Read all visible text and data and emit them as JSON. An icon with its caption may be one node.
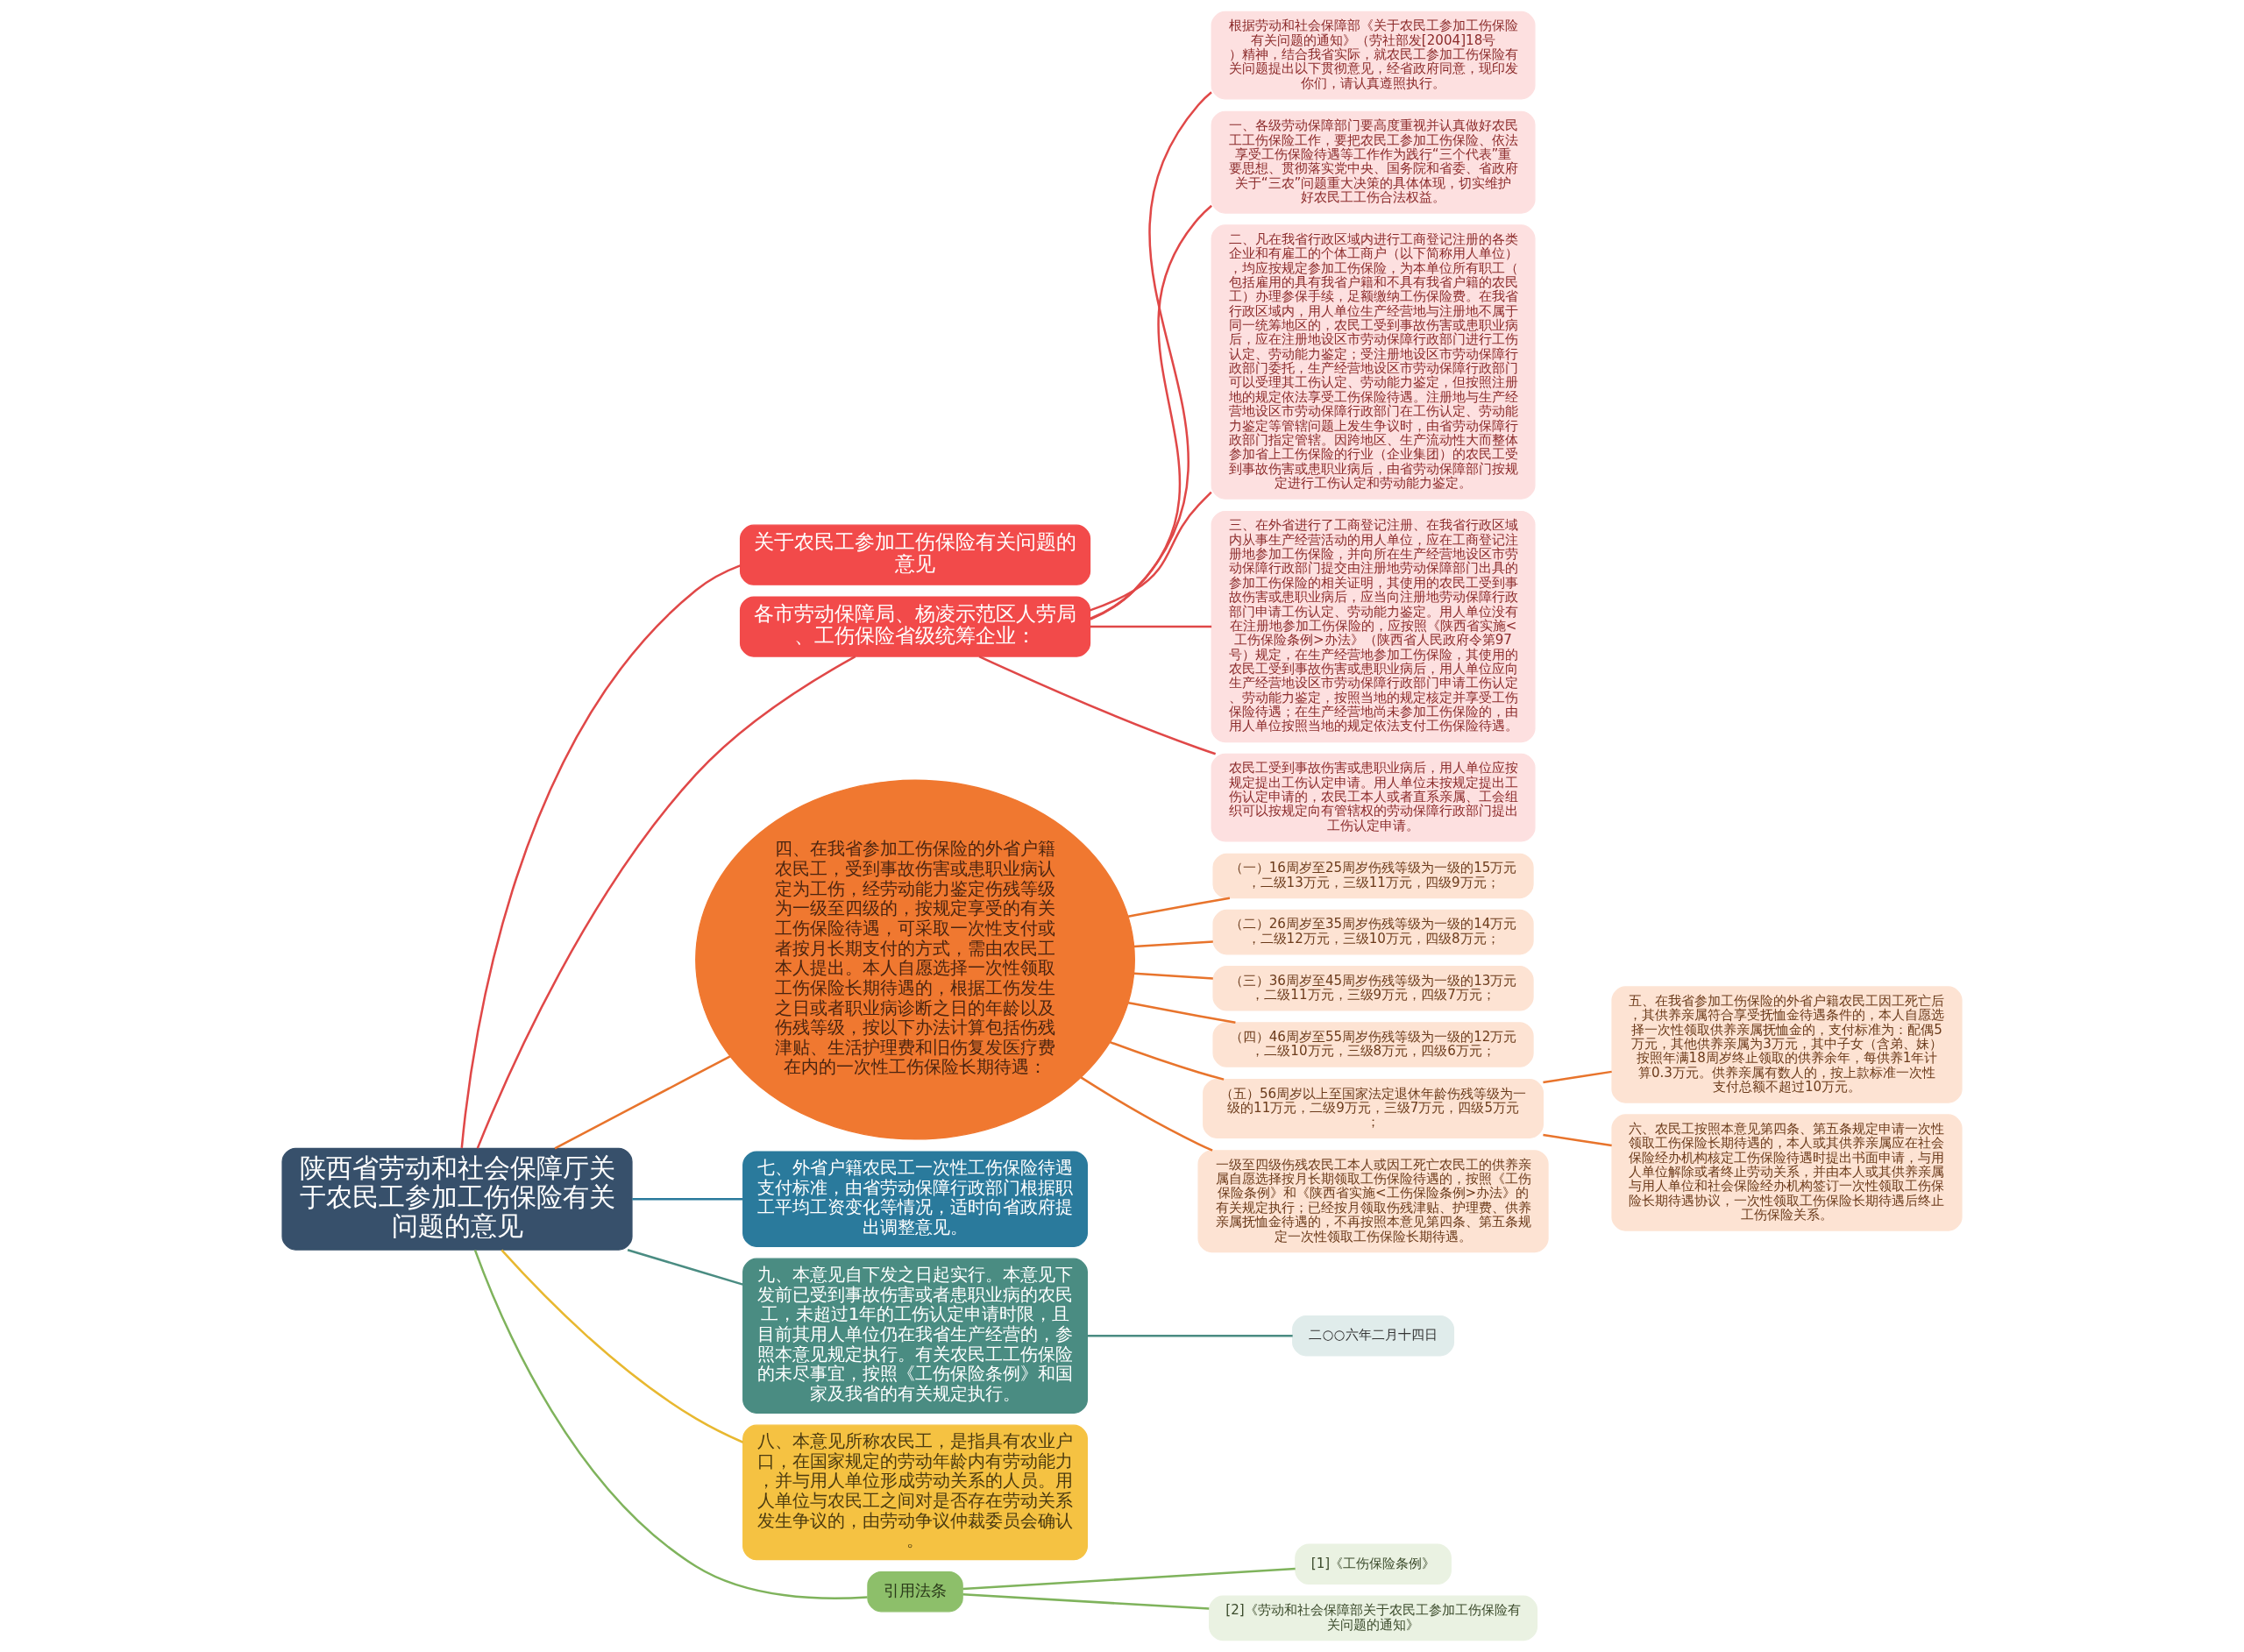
{
  "diagram": {
    "nodes": [
      {
        "text": [
          "陕西省劳动和社会保障厅关于农民工参加工伤保险有关问题的意见"
        ]
      },
      {
        "text": [
          "关于农民工参加工伤保险有关问题的意见"
        ]
      },
      {
        "text": [
          "各市劳动保障局、杨凌示范区人劳局、工伤保险省级统筹企业："
        ]
      },
      {
        "text": [
          "根据劳动和社会保障部《关于农民工参加工伤保险有关问题的通知》（劳社部发[2004]18号）精神，结合我省实际，就农民工参加工伤保险有关问题提出以下贯彻意见，经省政府同意，现印发你们，请认真遵照执行。"
        ]
      },
      {
        "text": [
          "一、各级劳动保障部门要高度重视并认真做好农民工工伤保险工作，要把农民工参加工伤保险、依法享受工伤保险待遇等工作作为践行“三个代表”重要思想、贯彻落实党中央、国务院和省委、省政府关于“三农”问题重大决策的具体体现，切实维护好农民工工伤合法权益。"
        ]
      },
      {
        "text": [
          "二、凡在我省行政区域内进行工商登记注册的各类企业和有雇工的个体工商户（以下简称用人单位），均应按规定参加工伤保险，为本单位所有职工（包括雇用的具有我省户籍和不具有我省户籍的农民工）办理参保手续，足额缴纳工伤保险费。在我省行政区域内，用人单位生产经营地与注册地不属于同一统筹地区的，农民工受到事故伤害或患职业病后，应在注册地设区市劳动保障行政部门进行工伤认定、劳动能力鉴定；受注册地设区市劳动保障行政部门委托，生产经营地设区市劳动保障行政部门可以受理其工伤认定、劳动能力鉴定，但按照注册地的规定依法享受工伤保险待遇。注册地与生产经营地设区市劳动保障行政部门在工伤认定、劳动能力鉴定等管辖问题上发生争议时，由省劳动保障行政部门指定管辖。因跨地区、生产流动性大而整体参加省上工伤保险的行业（企业集团）的农民工受到事故伤害或患职业病后，由省劳动保障部门按规定进行工伤认定和劳动能力鉴定。"
        ]
      },
      {
        "text": [
          "三、在外省进行了工商登记注册、在我省行政区域内从事生产经营活动的用人单位，应在工商登记注册地参加工伤保险，并向所在生产经营地设区市劳动保障行政部门提交由注册地劳动保障部门出具的参加工伤保险的相关证明，其使用的农民工受到事故伤害或患职业病后，应当向注册地劳动保障行政部门申请工伤认定、劳动能力鉴定。用人单位没有在注册地参加工伤保险的，应按照《陕西省实施<工伤保险条例>办法》（陕西省人民政府令第97号）规定，在生产经营地参加工伤保险，其使用的农民工受到事故伤害或患职业病后，用人单位应向生产经营地设区市劳动保障行政部门申请工伤认定、劳动能力鉴定，按照当地的规定核定并享受工伤保险待遇；在生产经营地尚未参加工伤保险的，由用人单位按照当地的规定依法支付工伤保险待遇。"
        ]
      },
      {
        "text": [
          "农民工受到事故伤害或患职业病后，用人单位应按规定提出工伤认定申请。用人单位未按规定提出工伤认定申请的，农民工本人或者直系亲属、工会组织可以按规定向有管辖权的劳动保障行政部门提出工伤认定申请。"
        ]
      },
      {
        "text": [
          "四、在我省参加工伤保险的外省户籍农民工，受到事故伤害或患职业病认定为工伤，经劳动能力鉴定伤残等级为一级至四级的，按规定享受的有关工伤保险待遇，可采取一次性支付或者按月长期支付的方式，需由农民工本人提出。本人自愿选择一次性领取工伤保险长期待遇的，根据工伤发生之日或者职业病诊断之日的年龄以及伤残等级，按以下办法计算包括伤残津贴、生活护理费和旧伤复发医疗费在内的一次性工伤保险长期待遇："
        ]
      },
      {
        "text": [
          "（一）16周岁至25周岁伤残等级为一级的15万元，二级13万元，三级11万元，四级9万元；"
        ]
      },
      {
        "text": [
          "（二）26周岁至35周岁伤残等级为一级的14万元，二级12万元，三级10万元，四级8万元；"
        ]
      },
      {
        "text": [
          "（三）36周岁至45周岁伤残等级为一级的13万元，二级11万元，三级9万元，四级7万元；"
        ]
      },
      {
        "text": [
          "（四）46周岁至55周岁伤残等级为一级的12万元，二级10万元，三级8万元，四级6万元；"
        ]
      },
      {
        "text": [
          "（五）56周岁以上至国家法定退休年龄伤残等级为一级的11万元，二级9万元，三级7万元，四级5万元；"
        ]
      },
      {
        "text": [
          "五、在我省参加工伤保险的外省户籍农民工因工死亡后，其供养亲属符合享受抚恤金待遇条件的，本人自愿选择一次性领取供养亲属抚恤金的，支付标准为：配偶5万元，其他供养亲属为3万元，其中子女（含弟、妹）按照年满18周岁终止领取的供养余年，每供养1年计算0.3万元。供养亲属有数人的，按上款标准一次性支付总额不超过10万元。"
        ]
      },
      {
        "text": [
          "六、农民工按照本意见第四条、第五条规定申请一次性领取工伤保险长期待遇的，本人或其供养亲属应在社会保险经办机构核定工伤保险待遇时提出书面申请，与用人单位解除或者终止劳动关系，并由本人或其供养亲属与用人单位和社会保险经办机构签订一次性领取工伤保险长期待遇协议，一次性领取工伤保险长期待遇后终止工伤保险关系。"
        ]
      },
      {
        "text": [
          "一级至四级伤残农民工本人或因工死亡农民工的供养亲属自愿选择按月长期领取工伤保险待遇的，按照《工伤保险条例》和《陕西省实施<工伤保险条例>办法》的有关规定执行；已经按月领取伤残津贴、护理费、供养亲属抚恤金待遇的，不再按照本意见第四条、第五条规定一次性领取工伤保险长期待遇。"
        ]
      },
      {
        "text": [
          "七、外省户籍农民工一次性工伤保险待遇支付标准，由省劳动保障行政部门根据职工平均工资变化等情况，适时向省政府提出调整意见。"
        ]
      },
      {
        "text": [
          "九、本意见自下发之日起实行。本意见下发前已受到事故伤害或者患职业病的农民工，未超过1年的工伤认定申请时限，且目前其用人单位仍在我省生产经营的，参照本意见规定执行。有关农民工工伤保险的未尽事宜，按照《工伤保险条例》和国家及我省的有关规定执行。"
        ]
      },
      {
        "text": [
          "二○○六年二月十四日"
        ]
      },
      {
        "text": [
          "八、本意见所称农民工，是指具有农业户口，在国家规定的劳动年龄内有劳动能力，并与用人单位形成劳动关系的人员。用人单位与农民工之间对是否存在劳动关系发生争议的，由劳动争议仲裁委员会确认。"
        ]
      },
      {
        "text": [
          "引用法条"
        ]
      },
      {
        "text": [
          "[1]《工伤保险条例》"
        ]
      },
      {
        "text": [
          "[2]《劳动和社会保障部关于农民工参加工伤保险有关问题的通知》"
        ]
      }
    ],
    "edges": [
      {
        "from": 0,
        "to": 1,
        "arrow": "none",
        "color": "#e04848"
      },
      {
        "from": 0,
        "to": 2,
        "arrow": "none",
        "color": "#e04848"
      },
      {
        "from": 2,
        "to": 3,
        "arrow": "none",
        "color": "#e04848"
      },
      {
        "from": 2,
        "to": 4,
        "arrow": "none",
        "color": "#e04848"
      },
      {
        "from": 2,
        "to": 5,
        "arrow": "none",
        "color": "#e04848"
      },
      {
        "from": 2,
        "to": 6,
        "arrow": "none",
        "color": "#e04848"
      },
      {
        "from": 2,
        "to": 7,
        "arrow": "none",
        "color": "#e04848"
      },
      {
        "from": 0,
        "to": 8,
        "arrow": "none",
        "color": "#e8742c"
      },
      {
        "from": 8,
        "to": 9,
        "arrow": "none",
        "color": "#e8742c"
      },
      {
        "from": 8,
        "to": 10,
        "arrow": "none",
        "color": "#e8742c"
      },
      {
        "from": 8,
        "to": 11,
        "arrow": "none",
        "color": "#e8742c"
      },
      {
        "from": 8,
        "to": 12,
        "arrow": "none",
        "color": "#e8742c"
      },
      {
        "from": 8,
        "to": 13,
        "arrow": "none",
        "color": "#e8742c"
      },
      {
        "from": 13,
        "to": 14,
        "arrow": "none",
        "color": "#e8742c"
      },
      {
        "from": 13,
        "to": 15,
        "arrow": "none",
        "color": "#e8742c"
      },
      {
        "from": 8,
        "to": 16,
        "arrow": "none",
        "color": "#e8742c"
      },
      {
        "from": 0,
        "to": 17,
        "arrow": "none",
        "color": "#2a7a9c"
      },
      {
        "from": 0,
        "to": 18,
        "arrow": "none",
        "color": "#4a8c82"
      },
      {
        "from": 18,
        "to": 19,
        "arrow": "none",
        "color": "#4a8c82"
      },
      {
        "from": 0,
        "to": 20,
        "arrow": "none",
        "color": "#e8b830"
      },
      {
        "from": 0,
        "to": 21,
        "arrow": "none",
        "color": "#7fb35c"
      },
      {
        "from": 21,
        "to": 22,
        "arrow": "none",
        "color": "#7fb35c"
      },
      {
        "from": 21,
        "to": 23,
        "arrow": "none",
        "color": "#7fb35c"
      }
    ]
  }
}
